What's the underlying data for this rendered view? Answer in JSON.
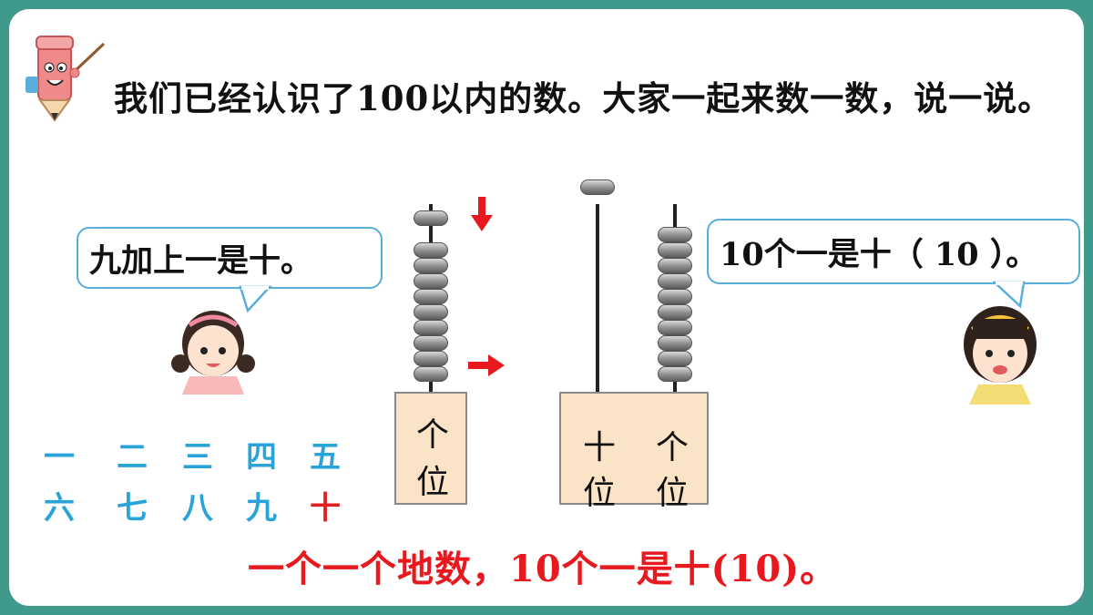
{
  "title_text": "我们已经认识了100以内的数。大家一起来数一数，说一说。",
  "left_bubble": "九加上一是十。",
  "right_bubble": "10个一是十（ 10 ）。",
  "ones_label": [
    "个",
    "位"
  ],
  "tens_label": [
    "十",
    "位"
  ],
  "ones_label2": [
    "个",
    "位"
  ],
  "digits_row1": [
    "一",
    "二",
    "三",
    "四",
    "五"
  ],
  "digits_row2": [
    "六",
    "七",
    "八",
    "九",
    "十"
  ],
  "summary": "一个一个地数，10个一是十(10)。",
  "colors": {
    "accent": "#3f9a8c",
    "blue": "#2aa3d8",
    "red": "#e8191e",
    "base": "#fbe3c8"
  }
}
